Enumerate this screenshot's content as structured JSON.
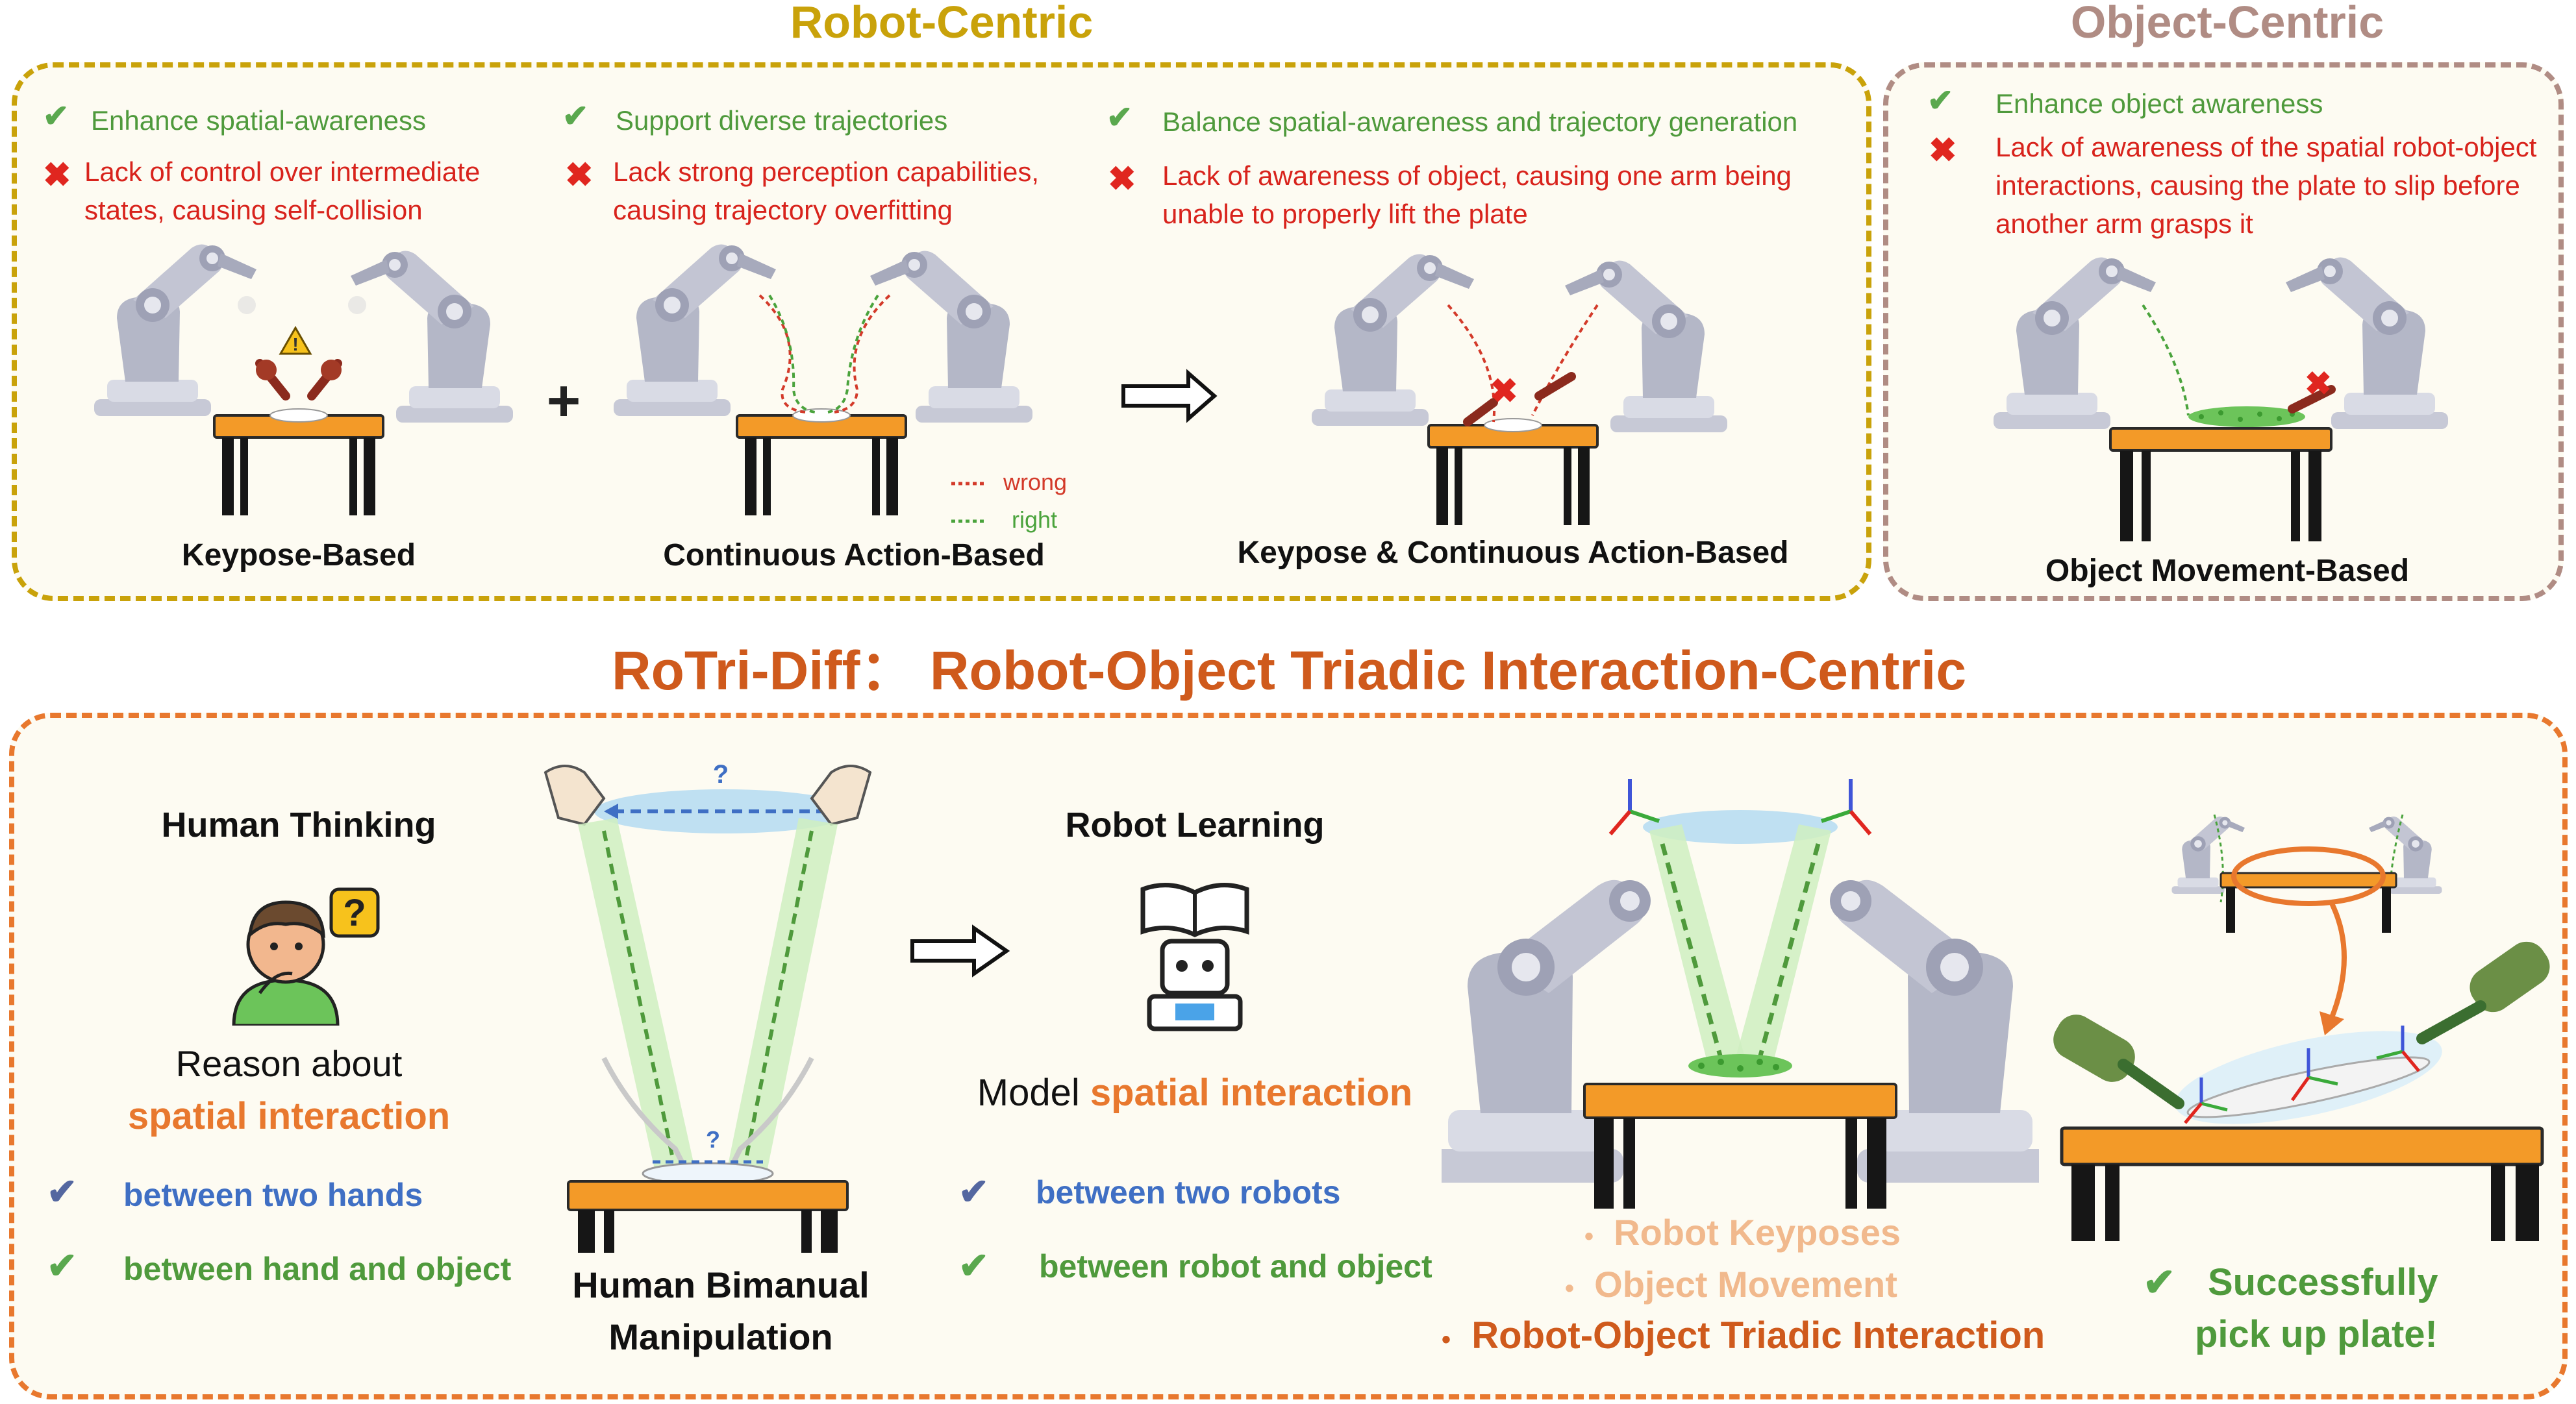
{
  "titles": {
    "robot_centric": "Robot-Centric",
    "object_centric": "Object-Centric",
    "main": "RoTri-Diff： Robot-Object Triadic Interaction-Centric"
  },
  "robot_centric": {
    "keypose": {
      "pro": "Enhance spatial-awareness",
      "con": "Lack of control over intermediate states, causing self-collision",
      "caption": "Keypose-Based"
    },
    "continuous": {
      "pro": "Support diverse trajectories",
      "con": "Lack strong perception capabilities, causing trajectory overfitting",
      "caption": "Continuous Action-Based",
      "legend_wrong": "wrong",
      "legend_right": "right"
    },
    "combined": {
      "pro": "Balance spatial-awareness and trajectory generation",
      "con": "Lack of awareness of object, causing one arm being unable to properly lift the plate",
      "caption": "Keypose & Continuous Action-Based"
    }
  },
  "object_centric": {
    "pro": "Enhance object awareness",
    "con": "Lack of awareness of the spatial robot-object interactions, causing the plate to slip before another arm grasps it",
    "caption": "Object Movement-Based"
  },
  "rotri": {
    "human_thinking": {
      "title": "Human Thinking",
      "reason_line1": "Reason about",
      "reason_line2": "spatial interaction",
      "check1": "between two hands",
      "check2": "between hand and object"
    },
    "human_manip_caption": "Human Bimanual Manipulation",
    "robot_learning": {
      "title": "Robot Learning",
      "model_prefix": "Model ",
      "model_highlight": "spatial interaction",
      "check1": "between two robots",
      "check2": "between robot and object"
    },
    "bullets": [
      "Robot Keyposes",
      "Object Movement",
      "Robot-Object Triadic Interaction"
    ],
    "success_line1": "Successfully",
    "success_line2": "pick up plate!"
  },
  "colors": {
    "gold": "#c9a20a",
    "mauve": "#b08c84",
    "orange": "#e8782e",
    "title_orange": "#cf5a1c",
    "green_text": "#4f9a3c",
    "red_text": "#d8231c",
    "blue_text": "#3f6fc4",
    "table": "#f39a28",
    "table_dark": "#161616",
    "arm": "#b9bbc9"
  }
}
